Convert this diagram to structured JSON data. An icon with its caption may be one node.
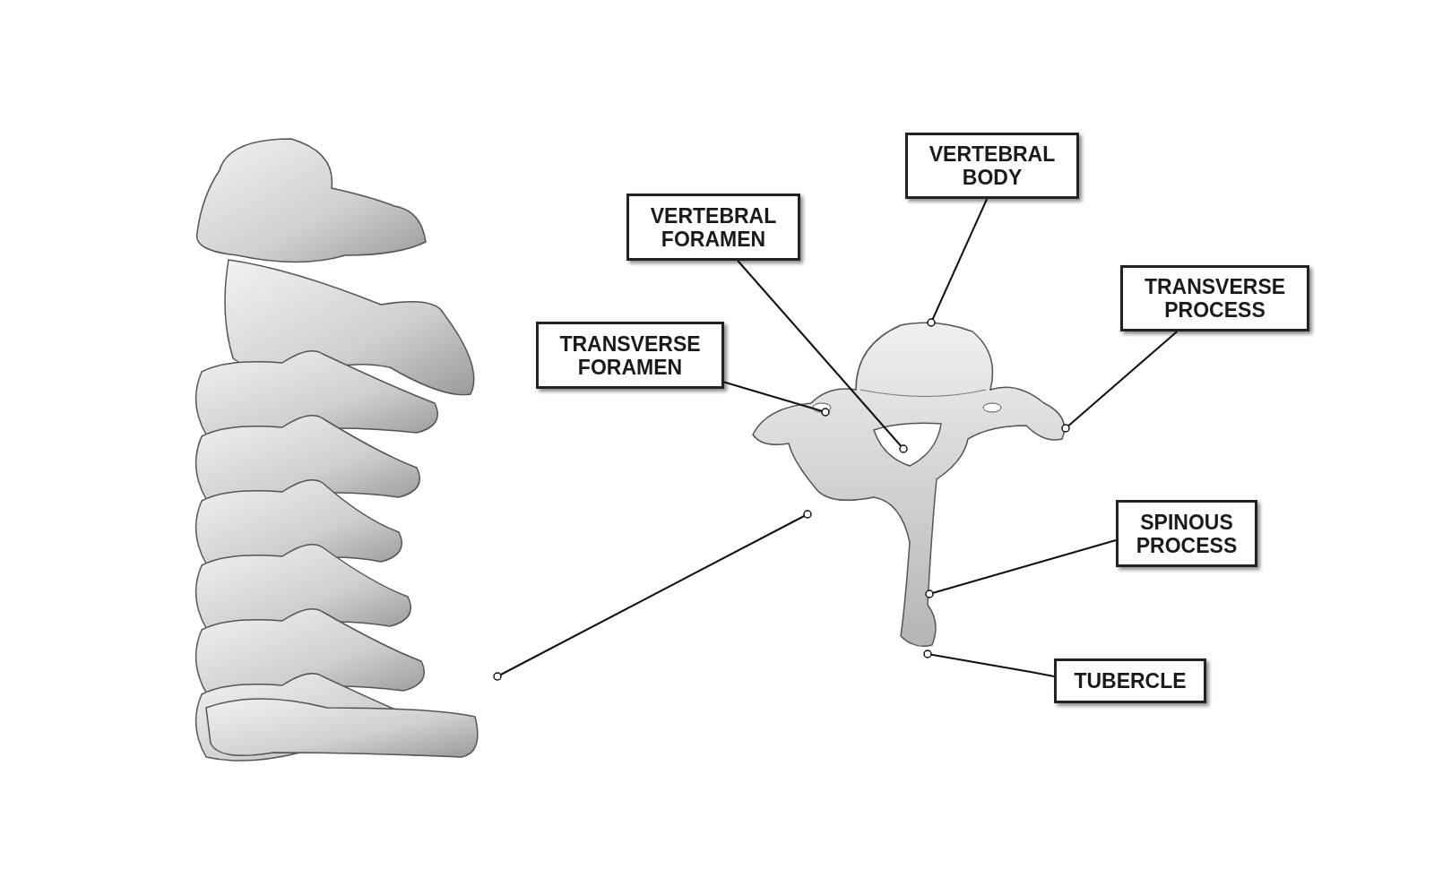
{
  "diagram": {
    "nodes": [
      {
        "text": [],
        "shape": "picture"
      },
      {
        "text": [
          "VERTEBRAL BODY"
        ]
      },
      {
        "text": [
          "VERTEBRAL FORAMEN"
        ]
      },
      {
        "text": [
          "TRANSVERSE PROCESS"
        ]
      },
      {
        "text": [
          "TRANSVERSE FORAMEN"
        ]
      },
      {
        "text": [],
        "shape": "picture"
      },
      {
        "text": [
          "SPINOUS PROCESS"
        ]
      },
      {
        "text": [
          "TUBERCLE"
        ]
      }
    ],
    "edges": [
      {
        "from": 0,
        "to": 5,
        "arrow": "other"
      },
      {
        "from": 1,
        "to": 5,
        "arrow": "other"
      },
      {
        "from": 2,
        "to": 5,
        "arrow": "other"
      },
      {
        "from": 3,
        "to": 5,
        "arrow": "other"
      },
      {
        "from": 4,
        "to": 5,
        "arrow": "other"
      },
      {
        "from": 6,
        "to": 5,
        "arrow": "other"
      },
      {
        "from": 7,
        "to": 5,
        "arrow": "other"
      }
    ]
  }
}
